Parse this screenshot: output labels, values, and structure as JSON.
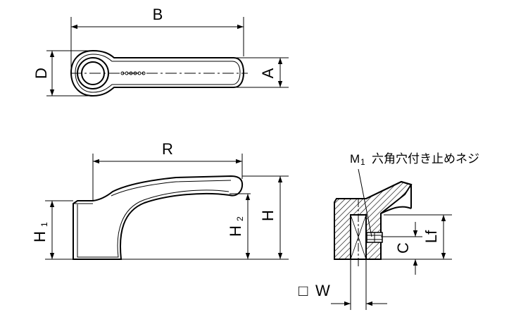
{
  "labels": {
    "B": "B",
    "D": "D",
    "A": "A",
    "R": "R",
    "H1_main": "H",
    "H1_sub": "1",
    "H2_main": "H",
    "H2_sub": "2",
    "H": "H",
    "C": "C",
    "Lf": "Lf",
    "W_box": "□",
    "W": "W",
    "M1_main": "M",
    "M1_sub": "1",
    "M1_note": "六角穴付き止めネジ"
  },
  "colors": {
    "stroke": "#000000",
    "hatch": "#000000",
    "background": "#ffffff"
  }
}
